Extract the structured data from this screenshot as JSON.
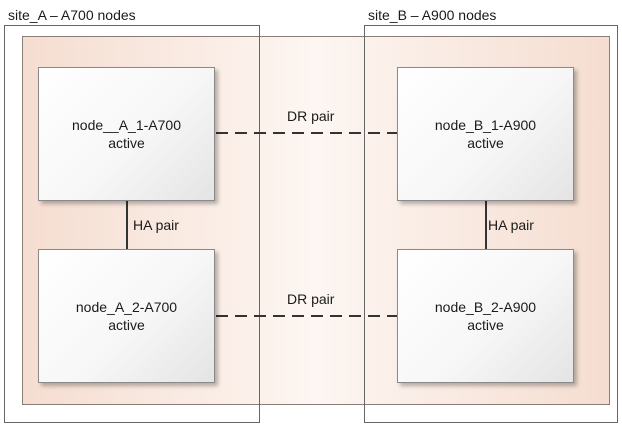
{
  "sites": {
    "site_a": {
      "label": "site_A – A700 nodes"
    },
    "site_b": {
      "label": "site_B – A900 nodes"
    }
  },
  "nodes": {
    "a1": {
      "name": "node__A_1-A700",
      "state": "active"
    },
    "a2": {
      "name": "node_A_2-A700",
      "state": "active"
    },
    "b1": {
      "name": "node_B_1-A900",
      "state": "active"
    },
    "b2": {
      "name": "node_B_2-A900",
      "state": "active"
    }
  },
  "links": {
    "dr_top": "DR pair",
    "dr_bottom": "DR pair",
    "ha_a": "HA pair",
    "ha_b": "HA pair"
  },
  "colors": {
    "shaded_background": "#f5ddd0",
    "line": "#333333"
  }
}
